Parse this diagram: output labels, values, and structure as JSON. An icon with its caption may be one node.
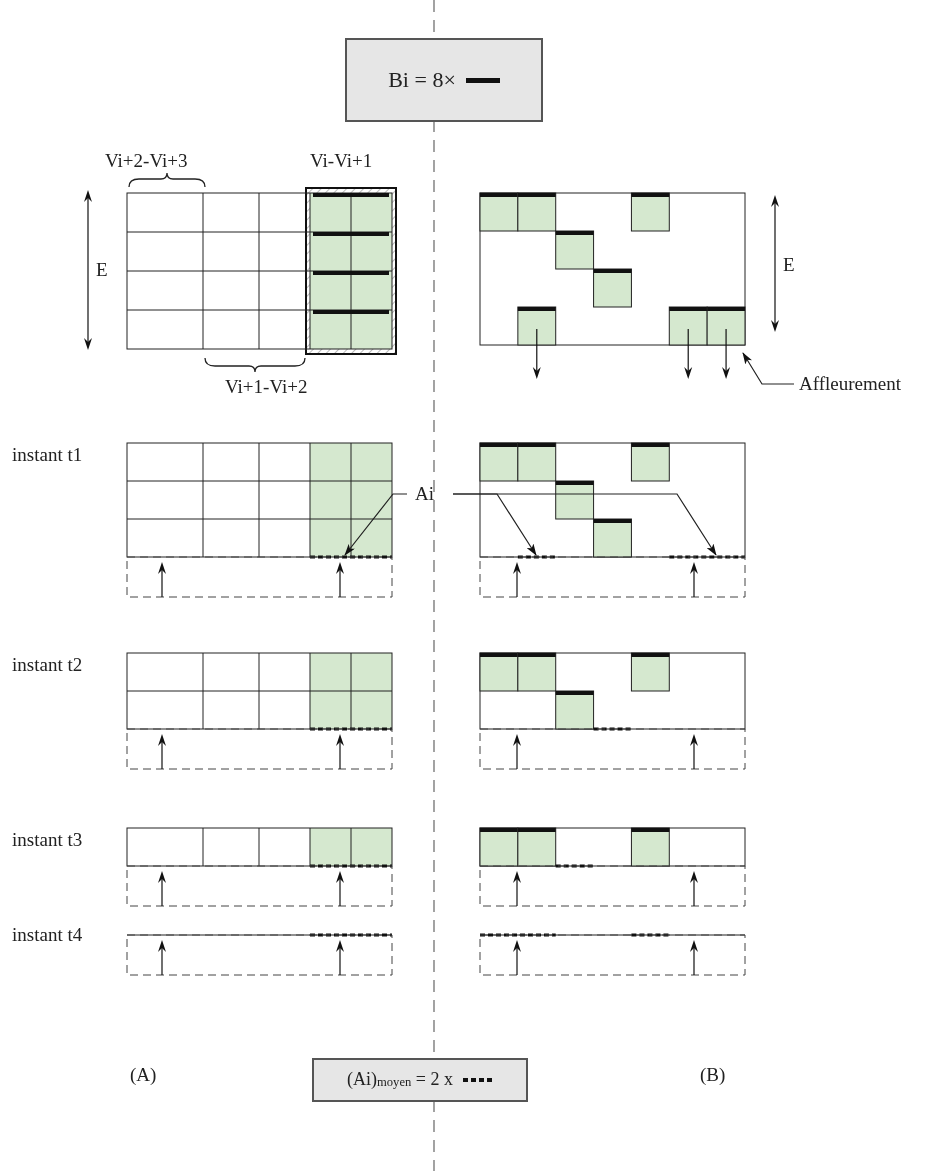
{
  "diagram": {
    "nodes": [
      {
        "text": [
          "Bi = 8×"
        ]
      },
      {
        "text": [
          "Ai"
        ]
      },
      {
        "text": [
          "Affleurement"
        ]
      },
      {
        "text": [
          "(Ai)$_{moyen}$ = 2 x"
        ]
      },
      {
        "text": [],
        "shape": "bar"
      },
      {
        "text": [],
        "shape": "bar"
      },
      {
        "text": [],
        "shape": "bar"
      }
    ],
    "edges": [
      {
        "from": 1,
        "to": 4,
        "arrow": "to"
      },
      {
        "from": 1,
        "to": 5,
        "arrow": "to"
      },
      {
        "from": 1,
        "to": 6,
        "arrow": "to"
      },
      {
        "from": 2,
        "to": null,
        "arrow": "to"
      }
    ],
    "labels": [
      "Vi+2-Vi+3",
      "Vi-Vi+1",
      "E",
      "E",
      "Vi+1-Vi+2",
      "instant t1",
      "instant t2",
      "instant t3",
      "instant t4",
      "(A)",
      "(B)"
    ]
  }
}
